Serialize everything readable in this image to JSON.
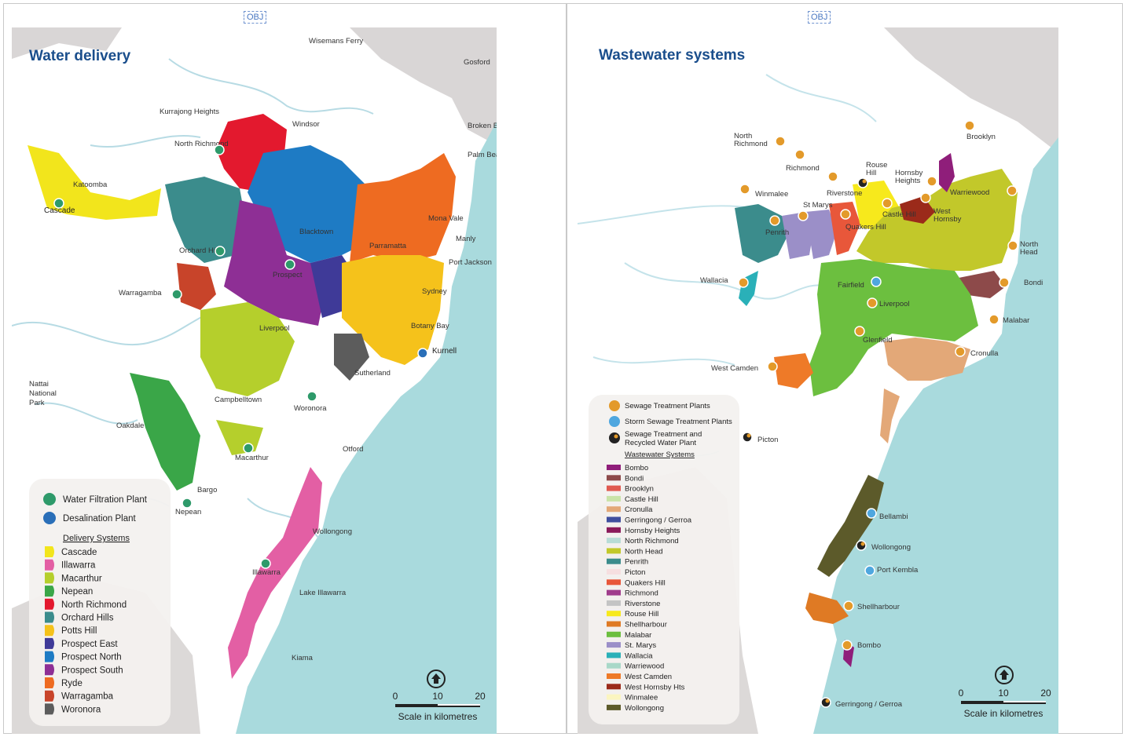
{
  "obj_tag": "OBJ",
  "left_map": {
    "title": "Water delivery",
    "places": [
      "Wisemans Ferry",
      "Gosford",
      "Kurrajong Heights",
      "Windsor",
      "North Richmond",
      "Broken Bay",
      "Palm Beach",
      "Katoomba",
      "Cascade",
      "Blacktown",
      "Mona Vale",
      "Manly",
      "Orchard Hills",
      "Parramatta",
      "Port Jackson",
      "Prospect",
      "Warragamba",
      "Sydney",
      "Liverpool",
      "Botany Bay",
      "Kurnell",
      "Sutherland",
      "Nattai National Park",
      "Campbelltown",
      "Woronora",
      "Oakdale",
      "Otford",
      "Macarthur",
      "Bargo",
      "Nepean",
      "Wollongong",
      "Illawarra",
      "Lake Illawarra",
      "Kiama"
    ],
    "legend": {
      "plants": [
        "Water Filtration Plant",
        "Desalination Plant"
      ],
      "heading": "Delivery Systems",
      "systems": [
        {
          "name": "Cascade",
          "color": "#f2e51c"
        },
        {
          "name": "Illawarra",
          "color": "#e35fa4"
        },
        {
          "name": "Macarthur",
          "color": "#b5cf2c"
        },
        {
          "name": "Nepean",
          "color": "#3aa648"
        },
        {
          "name": "North Richmond",
          "color": "#e3192e"
        },
        {
          "name": "Orchard Hills",
          "color": "#3b8c8c"
        },
        {
          "name": "Potts Hill",
          "color": "#f5c21b"
        },
        {
          "name": "Prospect East",
          "color": "#3f3a98"
        },
        {
          "name": "Prospect North",
          "color": "#1e7bc4"
        },
        {
          "name": "Prospect South",
          "color": "#8e2f95"
        },
        {
          "name": "Ryde",
          "color": "#ee6b21"
        },
        {
          "name": "Warragamba",
          "color": "#c8442a"
        },
        {
          "name": "Woronora",
          "color": "#5c5c5c"
        }
      ]
    },
    "scale": {
      "ticks": [
        "0",
        "10",
        "20"
      ],
      "label": "Scale in kilometres"
    }
  },
  "right_map": {
    "title": "Wastewater systems",
    "places": [
      "Brooklyn",
      "North Richmond",
      "Richmond",
      "Rouse Hill",
      "Hornsby Heights",
      "Winmalee",
      "Riverstone",
      "Warriewood",
      "St Marys",
      "Castle Hill",
      "West Hornsby",
      "Penrith",
      "Quakers Hill",
      "North Head",
      "Wallacia",
      "Fairfield",
      "Bondi",
      "Liverpool",
      "Malabar",
      "Glenfield",
      "Cronulla",
      "West Camden",
      "Picton",
      "Bellambi",
      "Wollongong",
      "Port Kembla",
      "Shellharbour",
      "Bombo",
      "Gerringong / Gerroa"
    ],
    "legend": {
      "plants": [
        "Sewage Treatment Plants",
        "Storm Sewage Treatment Plants",
        "Sewage Treatment and",
        "Recycled Water Plant"
      ],
      "heading": "Wastewater Systems",
      "systems": [
        {
          "name": "Bombo",
          "color": "#8f1e7a"
        },
        {
          "name": "Bondi",
          "color": "#8d4a4a"
        },
        {
          "name": "Brooklyn",
          "color": "#e05a50"
        },
        {
          "name": "Castle Hill",
          "color": "#c9e3a8"
        },
        {
          "name": "Cronulla",
          "color": "#e3a878"
        },
        {
          "name": "Gerringong / Gerroa",
          "color": "#3f4e9e"
        },
        {
          "name": "Hornsby Heights",
          "color": "#8a1a5a"
        },
        {
          "name": "North Richmond",
          "color": "#b8dcd6"
        },
        {
          "name": "North Head",
          "color": "#c2c82a"
        },
        {
          "name": "Penrith",
          "color": "#3b8c8c"
        },
        {
          "name": "Picton",
          "color": "#f6dfe0"
        },
        {
          "name": "Quakers Hill",
          "color": "#e8573a"
        },
        {
          "name": "Richmond",
          "color": "#a03c8c"
        },
        {
          "name": "Riverstone",
          "color": "#c4c4c4"
        },
        {
          "name": "Rouse Hill",
          "color": "#f7e91c"
        },
        {
          "name": "Shellharbour",
          "color": "#df7a24"
        },
        {
          "name": "Malabar",
          "color": "#6cbf3f"
        },
        {
          "name": "St. Marys",
          "color": "#9b8fc8"
        },
        {
          "name": "Wallacia",
          "color": "#2ab0b8"
        },
        {
          "name": "Warriewood",
          "color": "#a8d8c8"
        },
        {
          "name": "West Camden",
          "color": "#ee7a28"
        },
        {
          "name": "West Hornsby Hts",
          "color": "#9b2a1a"
        },
        {
          "name": "Winmalee",
          "color": "#fbf5c0"
        },
        {
          "name": "Wollongong",
          "color": "#5c5a2a"
        }
      ]
    },
    "scale": {
      "ticks": [
        "0",
        "10",
        "20"
      ],
      "label": "Scale in kilometres"
    }
  }
}
